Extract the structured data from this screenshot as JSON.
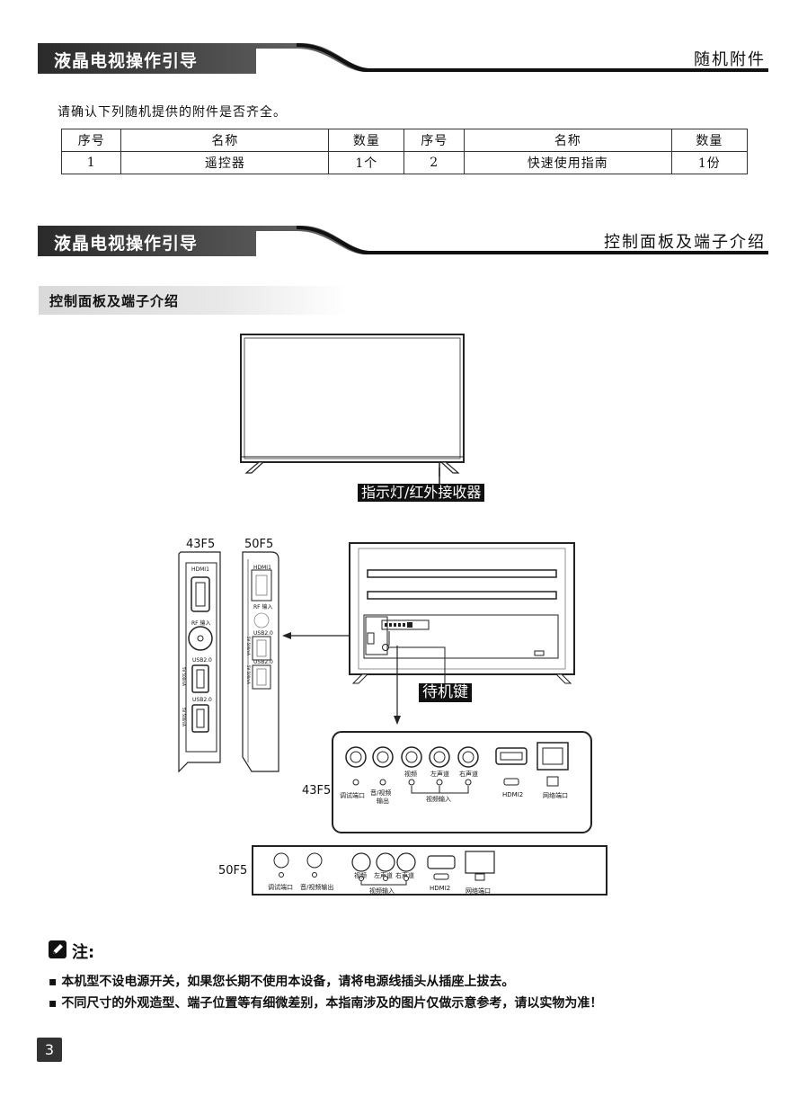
{
  "banner1": {
    "title": "液晶电视操作引导",
    "right": "随机附件"
  },
  "intro": "请确认下列随机提供的附件是否齐全。",
  "accessory_table": {
    "headers": [
      "序号",
      "名称",
      "数量",
      "序号",
      "名称",
      "数量"
    ],
    "row": [
      "1",
      "遥控器",
      "1个",
      "2",
      "快速使用指南",
      "1份"
    ]
  },
  "banner2": {
    "title": "液晶电视操作引导",
    "right": "控制面板及端子介绍"
  },
  "subsection_title": "控制面板及端子介绍",
  "diagram": {
    "indicator_label": "指示灯/红外接收器",
    "standby_label": "待机键",
    "model_43": "43F5",
    "model_50": "50F5",
    "side_43": {
      "hdmi": "HDMI1",
      "rf": "RF 输入",
      "usb1": "USB2.0",
      "usb2": "USB2.0"
    },
    "side_50": {
      "hdmi": "HDMI1",
      "rf": "RF 输入",
      "usb1": "USB2.0",
      "usb2": "USB2.0"
    },
    "rear_43": {
      "debug": "调试端口",
      "av_out_line1": "音/视频",
      "av_out_line2": "输出",
      "video": "视频",
      "left": "左声道",
      "right": "右声道",
      "video_in": "视频输入",
      "hdmi2": "HDMI2",
      "network": "网络端口"
    },
    "rear_50": {
      "debug": "调试端口",
      "av_out": "音/视频输出",
      "video": "视频",
      "left": "左声道",
      "right": "右声道",
      "video_in": "视频输入",
      "hdmi2": "HDMI2",
      "network": "网络端口"
    }
  },
  "notes": {
    "heading": "注:",
    "items": [
      "本机型不设电源开关，如果您长期不使用本设备，请将电源线插头从插座上拔去。",
      "不同尺寸的外观造型、端子位置等有细微差别，本指南涉及的图片仅做示意参考，请以实物为准！"
    ]
  },
  "page_number": "3"
}
